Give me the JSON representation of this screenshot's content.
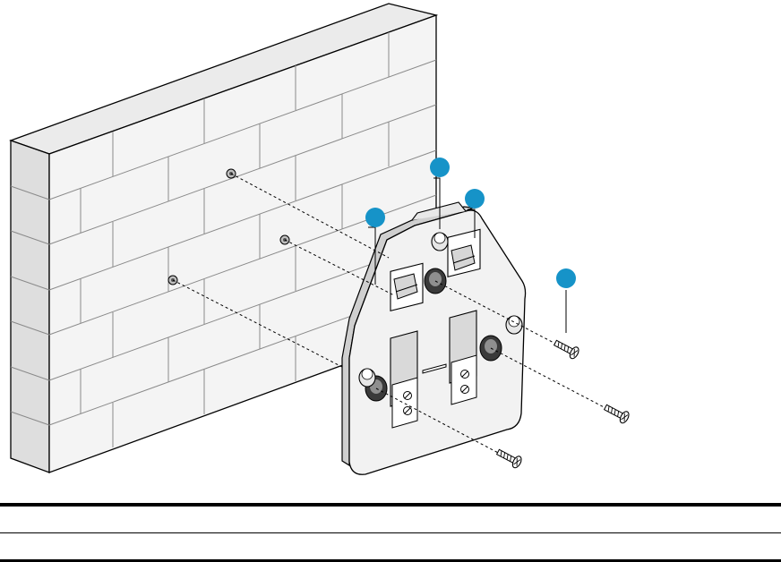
{
  "figure": {
    "callouts": [
      {
        "id": "wall-anchor",
        "color": "#1693c8"
      },
      {
        "id": "mounting-bracket",
        "color": "#1693c8"
      },
      {
        "id": "bracket-hook",
        "color": "#1693c8"
      },
      {
        "id": "screw",
        "color": "#1693c8"
      }
    ],
    "colors": {
      "wall_face": "#f4f4f4",
      "wall_top": "#ebebeb",
      "wall_side": "#d6d6d6",
      "mortar": "#8a8a8a",
      "bracket": "#f2f2f2",
      "callout": "#1693c8",
      "outline": "#000000"
    },
    "legend_table": {
      "rows": [
        {
          "item": "",
          "description": ""
        }
      ]
    }
  }
}
